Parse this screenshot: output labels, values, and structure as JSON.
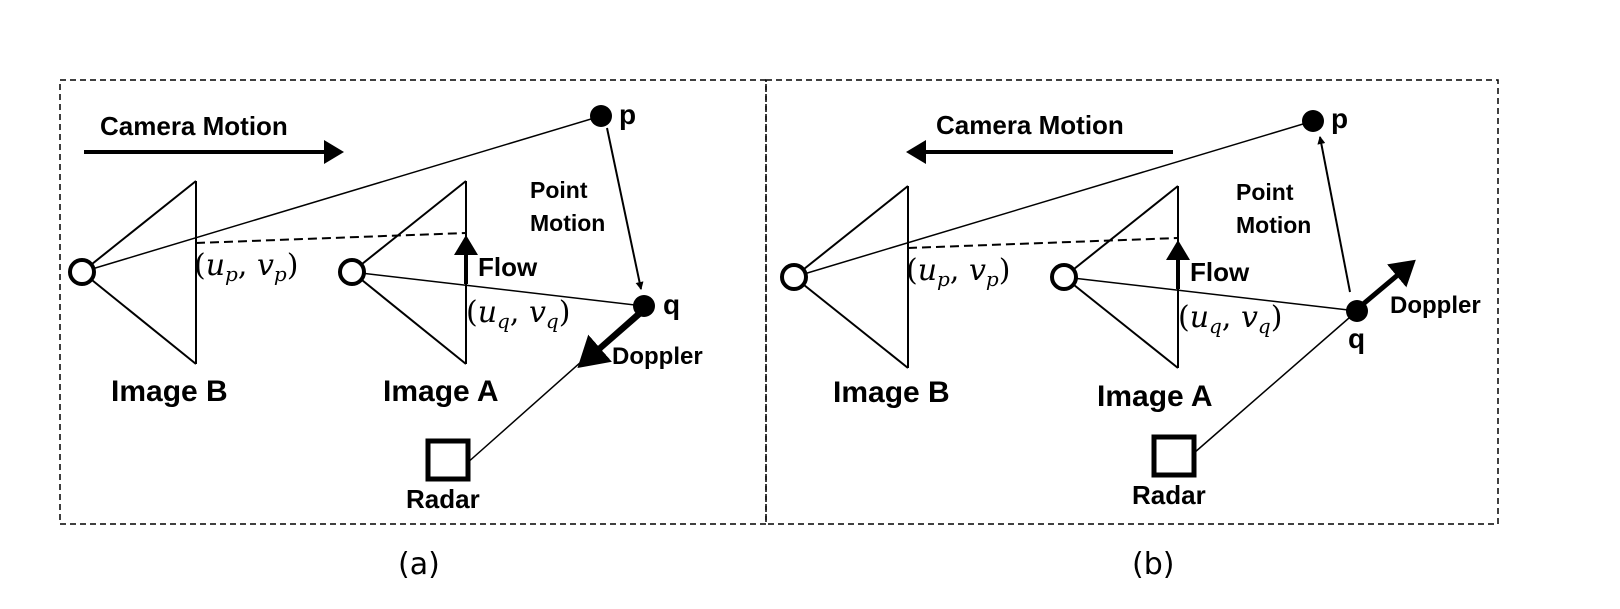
{
  "panels": [
    {
      "caption": "(a)",
      "camera_motion_label": "Camera Motion",
      "point_motion_label_1": "Point",
      "point_motion_label_2": "Motion",
      "flow_label": "Flow",
      "doppler_label": "Doppler",
      "radar_label": "Radar",
      "image_b_label": "Image B",
      "image_a_label": "Image A",
      "point_p_label": "p",
      "point_q_label": "q",
      "coord_p": {
        "u": "u",
        "v": "v",
        "sub": "p"
      },
      "coord_q": {
        "u": "u",
        "v": "v",
        "sub": "q"
      }
    },
    {
      "caption": "(b)",
      "camera_motion_label": "Camera Motion",
      "point_motion_label_1": "Point",
      "point_motion_label_2": "Motion",
      "flow_label": "Flow",
      "doppler_label": "Doppler",
      "radar_label": "Radar",
      "image_b_label": "Image B",
      "image_a_label": "Image A",
      "point_p_label": "p",
      "point_q_label": "q",
      "coord_p": {
        "u": "u",
        "v": "v",
        "sub": "p"
      },
      "coord_q": {
        "u": "u",
        "v": "v",
        "sub": "q"
      }
    }
  ]
}
